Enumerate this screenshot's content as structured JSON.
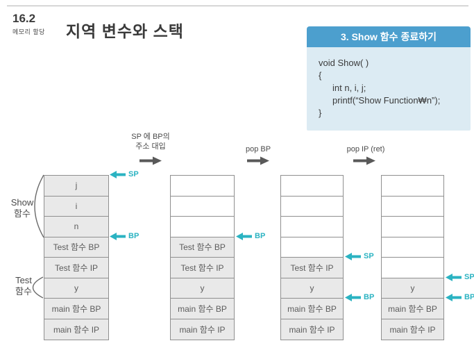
{
  "slide": {
    "section_number": "16.2",
    "section_subtitle": "메모리 할당",
    "title": "지역 변수와 스택"
  },
  "code_panel": {
    "header": "3. Show 함수 종료하기",
    "lines": [
      "void Show( )",
      "{",
      "int n, i, j;",
      "printf(“Show Function₩n”);",
      "}"
    ]
  },
  "transitions": [
    {
      "line1": "SP 에 BP의",
      "line2": "주소 대입"
    },
    {
      "line1": "pop BP"
    },
    {
      "line1": "pop IP (ret)"
    }
  ],
  "frame_labels": [
    {
      "line1": "Show",
      "line2": "함수"
    },
    {
      "line1": "Test",
      "line2": "함수"
    }
  ],
  "stacks": [
    {
      "cells": [
        "j",
        "i",
        "n",
        "Test 함수 BP",
        "Test 함수 IP",
        "y",
        "main 함수 BP",
        "main 함수 IP"
      ]
    },
    {
      "cells": [
        "",
        "",
        "",
        "Test 함수 BP",
        "Test 함수 IP",
        "y",
        "main 함수 BP",
        "main 함수 IP"
      ]
    },
    {
      "cells": [
        "",
        "",
        "",
        "",
        "Test 함수 IP",
        "y",
        "main 함수 BP",
        "main 함수 IP"
      ]
    },
    {
      "cells": [
        "",
        "",
        "",
        "",
        "",
        "y",
        "main 함수 BP",
        "main 함수 IP"
      ]
    }
  ],
  "pointers": {
    "sp_label": "SP",
    "bp_label": "BP"
  },
  "colors": {
    "accent_teal": "#2bb3c2",
    "header_blue": "#4c9fce",
    "panel_bg": "#dcebf3",
    "cell_fill": "#e9e9e9",
    "step_arrow": "#595959"
  }
}
